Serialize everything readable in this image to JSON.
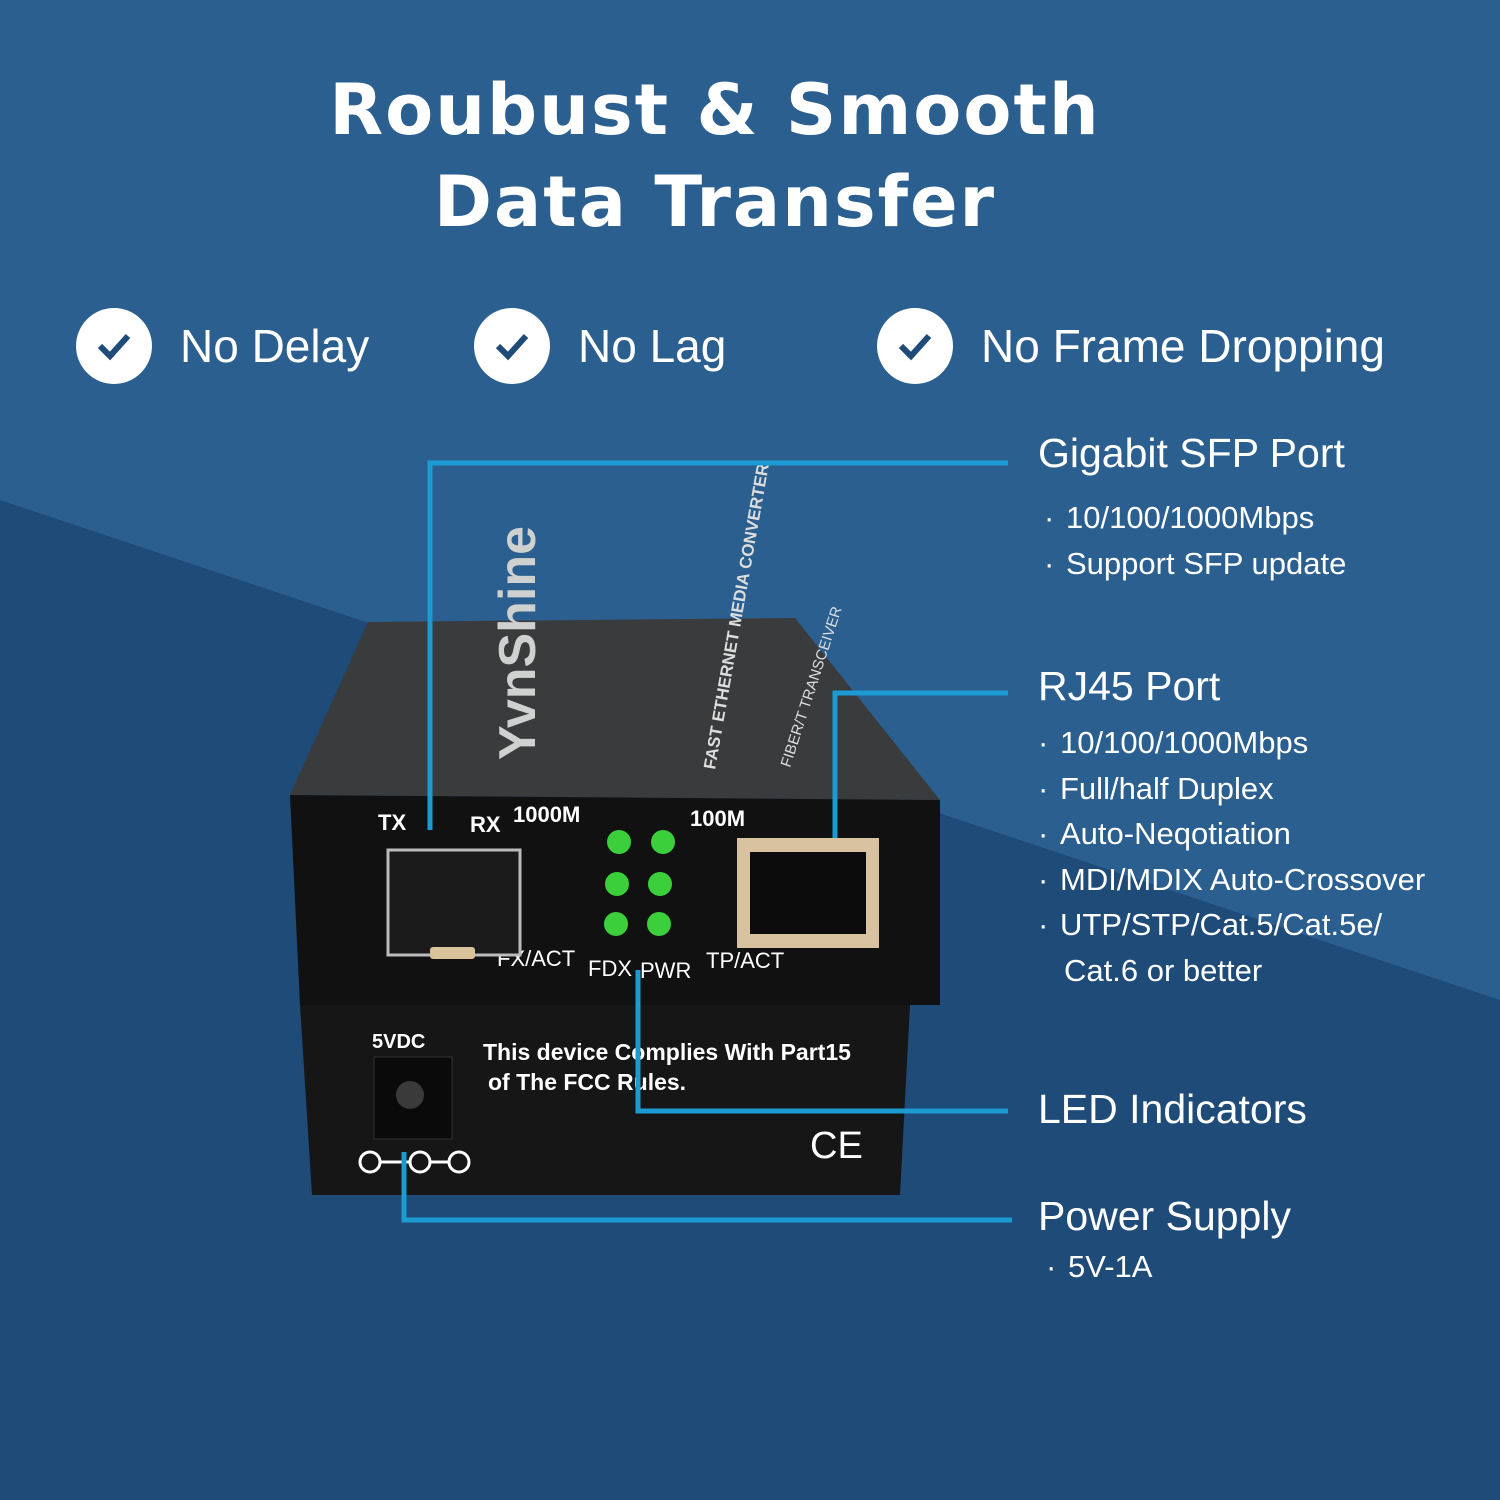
{
  "colors": {
    "bg_light": "#2b5f8f",
    "bg_dark": "#1f4b78",
    "leader": "#1b9bd1",
    "led": "#3ccf3c",
    "device": "#151515"
  },
  "headline": {
    "line1": "Roubust & Smooth",
    "line2": "Data Transfer"
  },
  "features": [
    {
      "icon": "check-circle-icon",
      "label": "No Delay"
    },
    {
      "icon": "check-circle-icon",
      "label": "No Lag"
    },
    {
      "icon": "check-circle-icon",
      "label": "No Frame Dropping"
    }
  ],
  "callouts": {
    "sfp": {
      "title": "Gigabit SFP Port",
      "items": [
        "10/100/1000Mbps",
        "Support SFP update"
      ]
    },
    "rj45": {
      "title": "RJ45 Port",
      "items": [
        "10/100/1000Mbps",
        "Full/half Duplex",
        "Auto-Neqotiation",
        "MDI/MDIX Auto-Crossover",
        "UTP/STP/Cat.5/Cat.5e/"
      ],
      "continuation": "Cat.6 or better"
    },
    "led": {
      "title": "LED Indicators"
    },
    "power": {
      "title": "Power Supply",
      "items": [
        "5V-1A"
      ]
    }
  },
  "device": {
    "brand": "YvnShine",
    "top_line1": "FAST ETHERNET MEDIA CONVERTER",
    "top_line2": "FIBER/T TRANSCEIVER",
    "labels": {
      "tx": "TX",
      "rx": "RX",
      "m1000": "1000M",
      "m100": "100M",
      "fxact": "FX/ACT",
      "fdx": "FDX",
      "pwr": "PWR",
      "tpact": "TP/ACT",
      "vdc": "5VDC",
      "fcc1": "This device Complies With Part15",
      "fcc2": "of The FCC Rules.",
      "ce": "CE"
    }
  }
}
